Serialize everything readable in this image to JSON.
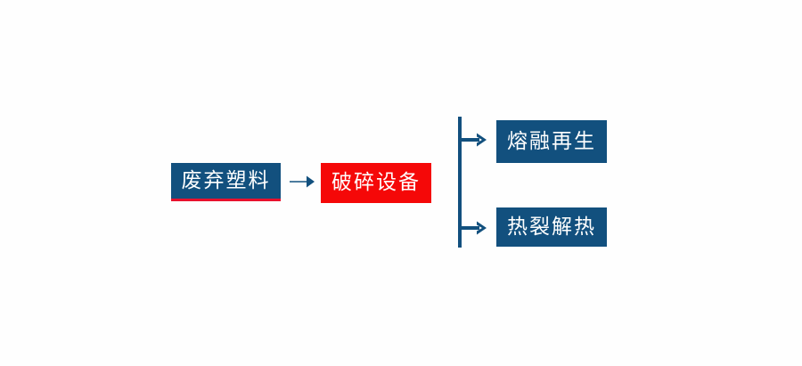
{
  "diagram": {
    "type": "flow-diagram",
    "background_color": "#fefefe",
    "palette": {
      "blue": "#12507e",
      "red": "#f50808",
      "accent_red_underline": "#e8112d",
      "arrow": "#12507e",
      "node_text": "#ffffff"
    },
    "nodes": {
      "source": {
        "label": "废弃塑料",
        "color": "#12507e",
        "underline_color": "#e8112d"
      },
      "process": {
        "label": "破碎设备",
        "color": "#f50808"
      },
      "outputs": [
        {
          "label": "熔融再生",
          "color": "#12507e"
        },
        {
          "label": "热裂解热",
          "color": "#12507e"
        }
      ]
    },
    "connectors": {
      "main_arrow": "arrow-right-icon",
      "split_bracket": "bracket-split-icon",
      "branch_arrows": [
        "arrow-right-icon",
        "arrow-right-icon"
      ]
    }
  }
}
